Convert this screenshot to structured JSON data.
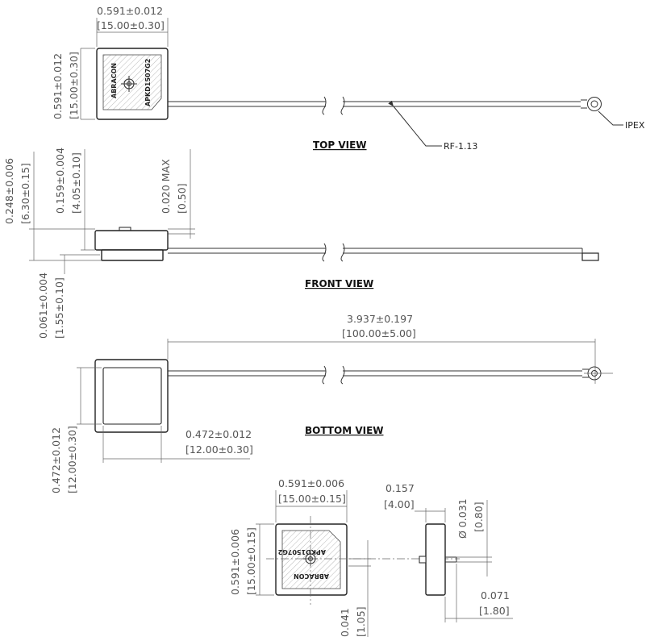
{
  "views": {
    "top": {
      "label": "TOP VIEW",
      "width_in": "0.591±0.012",
      "width_mm": "[15.00±0.30]",
      "height_in": "0.591±0.012",
      "height_mm": "[15.00±0.30]",
      "part_brand": "ABRACON",
      "part_number": "APKD1507G2",
      "cable_callout": "RF-1.13",
      "connector_callout": "IPEX"
    },
    "front": {
      "label": "FRONT VIEW",
      "total_height_in": "0.248±0.006",
      "total_height_mm": "[6.30±0.15]",
      "body_height_in": "0.159±0.004",
      "body_height_mm": "[4.05±0.10]",
      "pin_max_in": "0.020  MAX",
      "pin_max_mm": "[0.50]",
      "base_height_in": "0.061±0.004",
      "base_height_mm": "[1.55±0.10]"
    },
    "bottom": {
      "label": "BOTTOM  VIEW",
      "length_in": "3.937±0.197",
      "length_mm": "[100.00±5.00]",
      "pad_width_in": "0.472±0.012",
      "pad_width_mm": "[12.00±0.30]",
      "pad_height_in": "0.472±0.012",
      "pad_height_mm": "[12.00±0.30]"
    },
    "detail": {
      "width_in": "0.591±0.006",
      "width_mm": "[15.00±0.15]",
      "height_in": "0.591±0.006",
      "height_mm": "[15.00±0.15]",
      "offset_in": "0.041",
      "offset_mm": "[1.05]",
      "part_brand": "ABRACON",
      "part_number": "APKD1507G2",
      "side_thickness_in": "0.157",
      "side_thickness_mm": "[4.00]",
      "pin_dia_in": "Ø 0.031",
      "pin_dia_mm": "[0.80]",
      "pin_len_in": "0.071",
      "pin_len_mm": "[1.80]"
    }
  }
}
